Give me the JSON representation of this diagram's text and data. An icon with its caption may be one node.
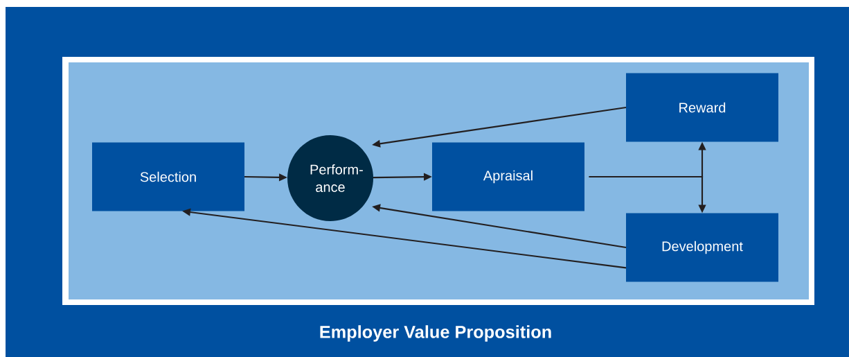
{
  "diagram": {
    "nodes": [
      {
        "text": [
          "Employer Value Proposition"
        ]
      },
      {
        "text": [
          "Selection"
        ],
        "in": 0
      },
      {
        "text": [
          "Perform- ance"
        ],
        "in": 0
      },
      {
        "text": [
          "Apraisal"
        ],
        "in": 0
      },
      {
        "text": [
          "Reward"
        ],
        "in": 0
      },
      {
        "text": [
          "Development"
        ],
        "in": 0
      }
    ],
    "edges": [
      {
        "from": 1,
        "to": 2,
        "arrow": "to"
      },
      {
        "from": 2,
        "to": 3,
        "arrow": "to"
      },
      {
        "from": 3,
        "to": 4,
        "arrow": "to"
      },
      {
        "from": 3,
        "to": 5,
        "arrow": "to"
      },
      {
        "from": 4,
        "to": 2,
        "arrow": "to"
      },
      {
        "from": 5,
        "to": 2,
        "arrow": "to"
      },
      {
        "from": 5,
        "to": 1,
        "arrow": "to"
      }
    ]
  }
}
